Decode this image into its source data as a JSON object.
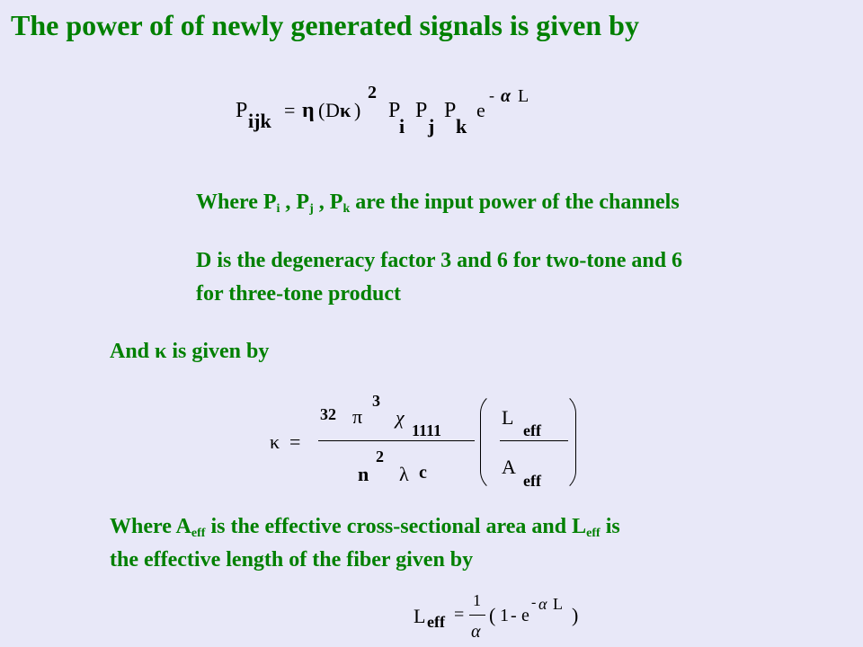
{
  "title": "The power of of newly generated signals is given by",
  "eq1": {
    "P": "P",
    "ijk": "ijk",
    "eq": "=",
    "eta": "η",
    "lp": "(",
    "D": "D",
    "kappa": "κ",
    "rp": ")",
    "exp2": "2",
    "Pi": "P",
    "i": "i",
    "Pj": "P",
    "j": "j",
    "Pk": "P",
    "k": "k",
    "e": "e",
    "minus": "-",
    "alpha": "α",
    "L": "L"
  },
  "where1": {
    "prefix": "Where P",
    "i": "i",
    "sep1": " , P",
    "j": "j",
    "sep2": " , P",
    "k": "k",
    "suffix": " are the input power of the channels"
  },
  "degeneracy": {
    "line1": "D is the degeneracy factor 3 and 6 for two-tone and 6",
    "line2": "for three-tone product"
  },
  "and_kappa": "And κ is given by",
  "eq2": {
    "kappa": "κ",
    "eq": "=",
    "n32": "32",
    "pi": "π",
    "exp3": "3",
    "chi": "χ",
    "sub1111": "1111",
    "n": "n",
    "exp2": "2",
    "lambda": "λ",
    "c": "c",
    "L": "L",
    "Leff": "eff",
    "A": "A",
    "Aeff": "eff"
  },
  "where2": {
    "part1": "Where A",
    "eff1": "eff",
    "part2": " is the effective cross-sectional area and L",
    "eff2": "eff",
    "part3": " is",
    "line2": "the effective length of the fiber given by"
  },
  "eq3": {
    "L": "L",
    "eff": "eff",
    "eq": "=",
    "one": "1",
    "alpha": "α",
    "lp": "(",
    "one2": "1",
    "minus": "-",
    "e": "e",
    "minus2": "-",
    "alpha2": "α",
    "L2": "L",
    "rp": ")"
  }
}
